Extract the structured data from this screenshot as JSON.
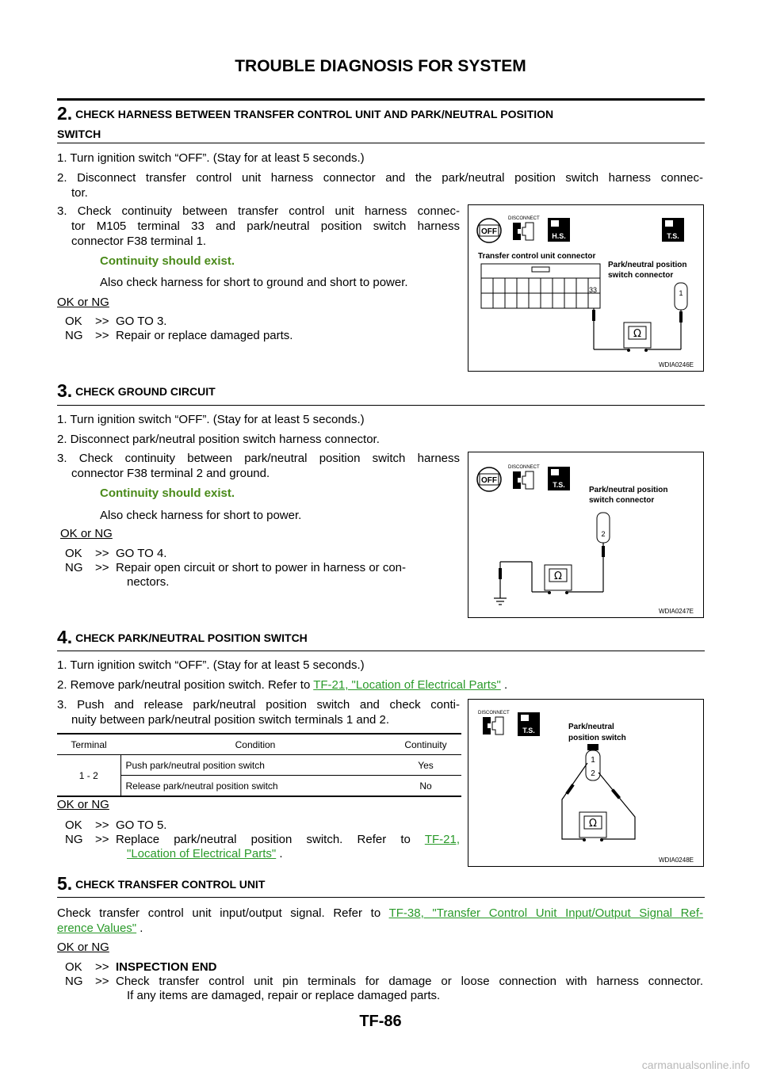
{
  "header": {
    "title": "TROUBLE DIAGNOSIS FOR SYSTEM"
  },
  "step2": {
    "num": "2.",
    "heading_line1": "CHECK HARNESS BETWEEN TRANSFER CONTROL UNIT AND PARK/NEUTRAL POSITION",
    "heading_line2": "SWITCH",
    "s1": "1. Turn ignition switch “OFF”. (Stay for at least 5 seconds.)",
    "s2_line1": "2. Disconnect transfer control unit harness connector and the park/neutral position switch harness connec-",
    "s2_line2": "tor.",
    "s3_line1": "3. Check continuity between transfer control unit harness connec-",
    "s3_line2": "tor M105 terminal 33 and park/neutral position switch harness",
    "s3_line3": "connector F38 terminal 1.",
    "spec": "Continuity should exist.",
    "note": "Also check harness for short to ground and short to power.",
    "result_label": "OK or NG",
    "ok_key": "OK",
    "ok_text": "GO TO 3.",
    "ng_key": "NG",
    "ng_text": "Repair or replace damaged parts.",
    "figure": {
      "disconnect": "DISCONNECT",
      "off": "OFF",
      "hs": "H.S.",
      "ts": "T.S.",
      "label_tcu": "Transfer control unit connector",
      "label_pnp1": "Park/neutral position",
      "label_pnp2": "switch connector",
      "term_33": "33",
      "term_1": "1",
      "ohm": "Ω",
      "code": "WDIA0246E"
    }
  },
  "step3": {
    "num": "3.",
    "heading": "CHECK GROUND CIRCUIT",
    "s1": "1. Turn ignition switch “OFF”. (Stay for at least 5 seconds.)",
    "s2": "2. Disconnect park/neutral position switch harness connector.",
    "s3_line1": "3. Check continuity between park/neutral position switch harness",
    "s3_line2": "connector F38 terminal 2 and ground.",
    "spec": "Continuity should exist.",
    "note": "Also check harness for short to power.",
    "result_label": "OK or NG",
    "ok_key": "OK",
    "ok_text": "GO TO 4.",
    "ng_key": "NG",
    "ng_text_line1": "Repair open circuit or short to power in harness or con-",
    "ng_text_line2": "nectors.",
    "figure": {
      "disconnect": "DISCONNECT",
      "off": "OFF",
      "ts": "T.S.",
      "label_pnp1": "Park/neutral position",
      "label_pnp2": "switch connector",
      "term_2": "2",
      "ohm": "Ω",
      "code": "WDIA0247E"
    }
  },
  "step4": {
    "num": "4.",
    "heading": "CHECK PARK/NEUTRAL POSITION SWITCH",
    "s1": "1. Turn ignition switch “OFF”. (Stay for at least 5 seconds.)",
    "s2_pre": "2. Remove park/neutral position switch. Refer to ",
    "s2_link": "TF-21, \"Location of Electrical Parts\"",
    "s2_post": " .",
    "s3_line1": "3. Push and release park/neutral position switch and check conti-",
    "s3_line2": "nuity between park/neutral position switch terminals 1 and 2.",
    "table": {
      "headers": [
        "Terminal",
        "Condition",
        "Continuity"
      ],
      "terminal": "1 - 2",
      "rows": [
        {
          "condition": "Push park/neutral position switch",
          "continuity": "Yes"
        },
        {
          "condition": "Release park/neutral position switch",
          "continuity": "No"
        }
      ]
    },
    "result_label": "OK or NG",
    "ok_key": "OK",
    "ok_text": "GO TO 5.",
    "ng_key": "NG",
    "ng_pre": "Replace park/neutral position switch. Refer to ",
    "ng_link1": "TF-21,",
    "ng_link2": "\"Location of Electrical Parts\"",
    "ng_post": " .",
    "figure": {
      "disconnect": "DISCONNECT",
      "ts": "T.S.",
      "label1": "Park/neutral",
      "label2": "position switch",
      "term_1": "1",
      "term_2": "2",
      "ohm": "Ω",
      "code": "WDIA0248E"
    }
  },
  "step5": {
    "num": "5.",
    "heading": "CHECK TRANSFER CONTROL UNIT",
    "text_pre": "Check transfer control unit input/output signal. Refer to ",
    "link_line1": "TF-38, \"Transfer Control Unit Input/Output Signal Ref-",
    "link_line2": "erence Values\"",
    "text_post": " .",
    "result_label": "OK or NG",
    "ok_key": "OK",
    "ok_text": "INSPECTION END",
    "ng_key": "NG",
    "ng_line1": "Check transfer control unit pin terminals for damage or loose connection with harness connector.",
    "ng_line2": "If any items are damaged, repair or replace damaged parts."
  },
  "footer": {
    "page": "TF-86",
    "site": "carmanualsonline.info"
  }
}
